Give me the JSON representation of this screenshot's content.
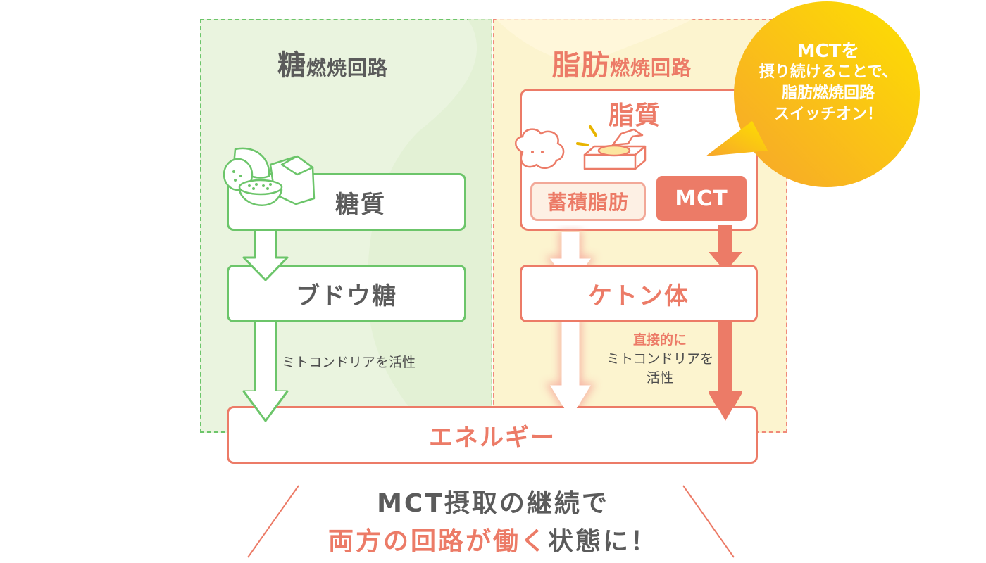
{
  "left_panel": {
    "title_main": "糖",
    "title_rest": "燃焼回路"
  },
  "right_panel": {
    "title_main": "脂肪",
    "title_rest": "燃焼回路"
  },
  "nodes": {
    "sugar": "糖質",
    "glucose": "ブドウ糖",
    "lipid": "脂質",
    "stored_fat": "蓄積脂肪",
    "mct": "MCT",
    "ketone": "ケトン体",
    "energy": "エネルギー"
  },
  "notes": {
    "left_mito": "ミトコンドリアを活性",
    "right_direct": "直接的に",
    "right_mito": "ミトコンドリアを",
    "right_activate": "活性"
  },
  "bubble": {
    "line1": "MCTを",
    "line2": "摂り続けることで、",
    "line3": "脂肪燃焼回路",
    "line4": "スイッチオン！"
  },
  "bottom": {
    "line1": "MCT摂取の継続で",
    "line2_highlight": "両方の回路が働く",
    "line2_rest": "状態に！"
  },
  "colors": {
    "green": "#6cc56a",
    "red": "#ec7b67",
    "yellow": "#fcf4cf",
    "light_green": "#eaf4df",
    "text_gray": "#5b5b5b"
  }
}
